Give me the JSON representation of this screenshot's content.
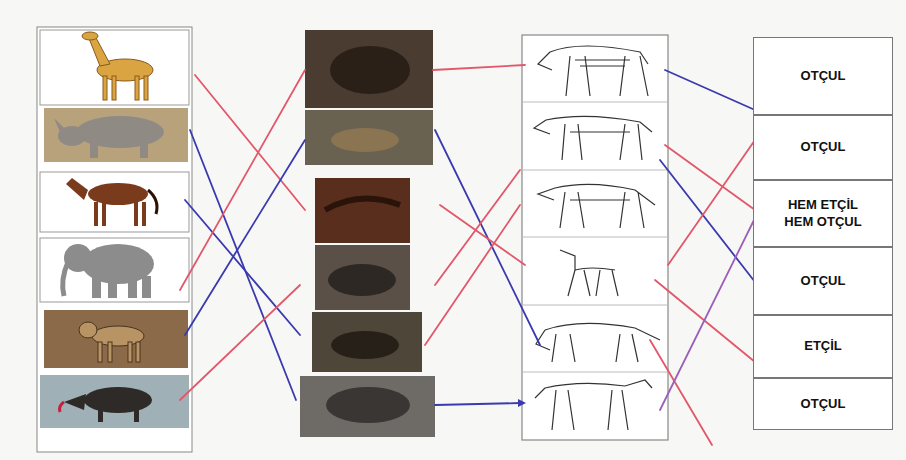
{
  "diagram": {
    "nodes": [
      {
        "text": [
          "OTÇUL"
        ]
      },
      {
        "text": [
          "OTÇUL"
        ]
      },
      {
        "text": [
          "HEM ETÇİL HEM OTÇUL"
        ]
      },
      {
        "text": [
          "OTÇUL"
        ]
      },
      {
        "text": [
          "ETÇİL"
        ]
      },
      {
        "text": [
          "OTÇUL"
        ]
      }
    ]
  }
}
